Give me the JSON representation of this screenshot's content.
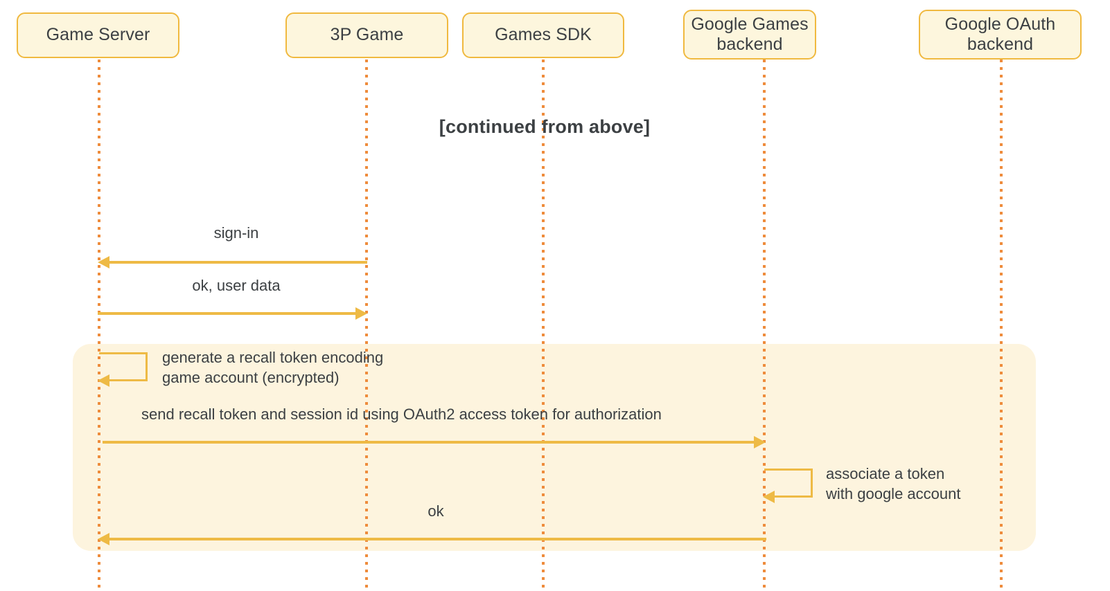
{
  "diagram": {
    "type": "sequence-diagram",
    "title": "[continued from above]",
    "colors": {
      "actor_fill": "#fdf6dd",
      "actor_border": "#f0b93f",
      "lifeline": "#ee8c3c",
      "arrow": "#eeba45",
      "highlight_fill": "#fdf4de",
      "text": "#3c4043",
      "background": "#ffffff"
    },
    "actors": [
      {
        "id": "game-server",
        "label": "Game Server"
      },
      {
        "id": "3p-game",
        "label": "3P Game"
      },
      {
        "id": "games-sdk",
        "label": "Games SDK"
      },
      {
        "id": "google-games-backend",
        "label": "Google Games\nbackend"
      },
      {
        "id": "google-oauth-backend",
        "label": "Google OAuth\nbackend"
      }
    ],
    "messages": [
      {
        "id": "sign-in",
        "label": "sign-in",
        "from": "3p-game",
        "to": "game-server",
        "direction": "left",
        "kind": "arrow"
      },
      {
        "id": "ok-user-data",
        "label": "ok, user data",
        "from": "game-server",
        "to": "3p-game",
        "direction": "right",
        "kind": "arrow"
      },
      {
        "id": "generate-recall-token",
        "label": "generate a recall token encoding\ngame account (encrypted)",
        "label_line1": "generate a recall token encoding",
        "label_line2": "game account (encrypted)",
        "from": "game-server",
        "to": "game-server",
        "kind": "self-loop"
      },
      {
        "id": "send-recall-token",
        "label": "send recall token and session id using OAuth2 access token for authorization",
        "from": "game-server",
        "to": "google-games-backend",
        "direction": "right",
        "kind": "arrow"
      },
      {
        "id": "associate-token",
        "label": "associate a token\nwith google account",
        "label_line1": "associate a token",
        "label_line2": "with google account",
        "from": "google-games-backend",
        "to": "google-games-backend",
        "kind": "self-loop"
      },
      {
        "id": "ok",
        "label": "ok",
        "from": "google-games-backend",
        "to": "game-server",
        "direction": "left",
        "kind": "arrow"
      }
    ]
  }
}
